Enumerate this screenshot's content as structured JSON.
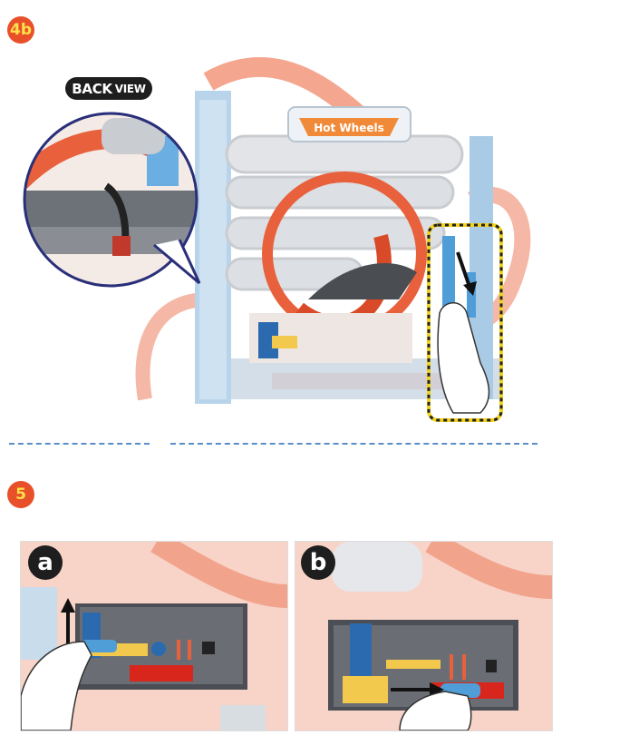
{
  "steps": {
    "step4b": {
      "label": "4b"
    },
    "step5": {
      "label": "5"
    }
  },
  "callout": {
    "back_view_main": "BACK",
    "back_view_small": "VIEW"
  },
  "logo": {
    "text": "Hot Wheels"
  },
  "panels": [
    {
      "label": "a"
    },
    {
      "label": "b"
    }
  ],
  "colors": {
    "badge": "#e8502a",
    "track_orange": "#f08a6a",
    "track_red": "#e24a2a",
    "tower_blue": "#9fc6e4",
    "gray": "#c9ccd0",
    "highlight_yellow": "#f2d21c"
  }
}
